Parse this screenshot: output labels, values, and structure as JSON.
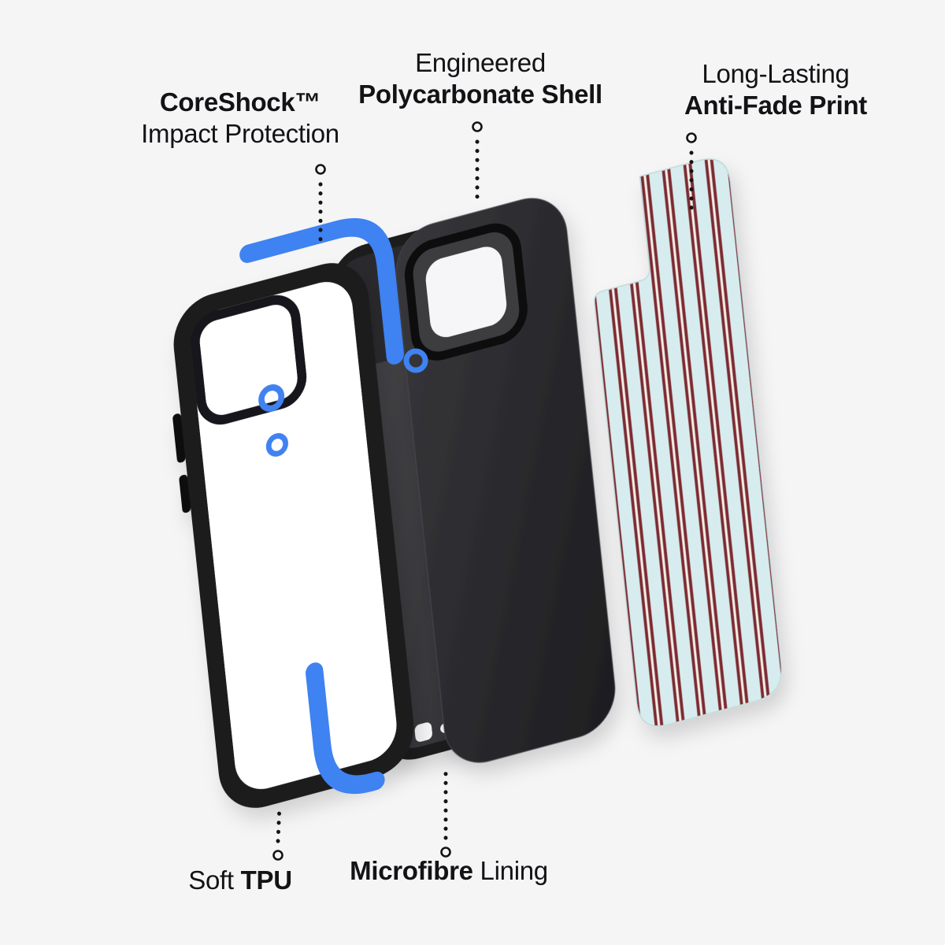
{
  "page": {
    "background_color": "#f5f5f6"
  },
  "labels": {
    "coreshock": {
      "title": "CoreShock™",
      "subtitle": "Impact Protection"
    },
    "polycarbonate": {
      "prefix": "Engineered",
      "title": "Polycarbonate Shell"
    },
    "antifade": {
      "prefix": "Long-Lasting",
      "title": "Anti-Fade Print"
    },
    "tpu": {
      "prefix": "Soft ",
      "title": "TPU"
    },
    "microfibre": {
      "title": "Microfibre",
      "suffix": " Lining"
    }
  },
  "colors": {
    "accent_blue": "#3f82f1",
    "stripe_teal": "#d7ecee",
    "stripe_maroon": "#7d2a33",
    "stripe_cream": "#f6efe8",
    "case_black": "#1b1b1e",
    "text": "#131316",
    "background": "#f5f5f6"
  }
}
